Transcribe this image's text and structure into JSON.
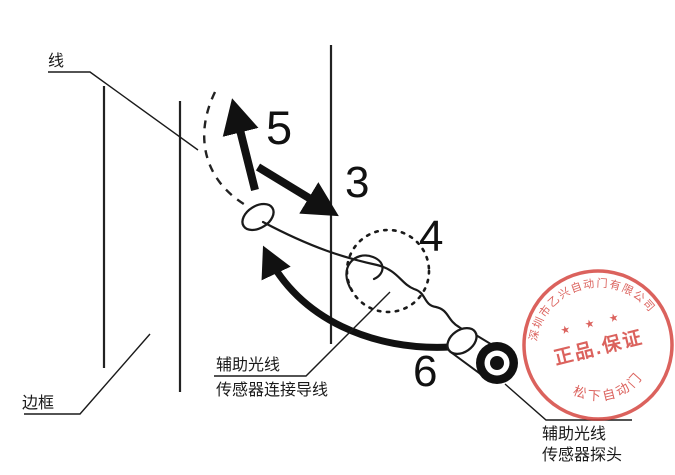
{
  "canvas": {
    "background": "#ffffff",
    "ink": "#1a1a1a"
  },
  "labels": {
    "wire": "线",
    "frame": "边框",
    "connector_wire_line1": "辅助光线",
    "connector_wire_line2": "传感器连接导线",
    "probe_line1": "辅助光线",
    "probe_line2": "传感器探头"
  },
  "step_numbers": {
    "three": "3",
    "four": "4",
    "five": "5",
    "six": "6"
  },
  "stamp": {
    "arc_text": "深圳市乙兴自动门有限公司",
    "stars": "★ ★ ★",
    "center_text": "正品.保证",
    "bottom_text": "松下自动门",
    "color": "#d4403a"
  }
}
